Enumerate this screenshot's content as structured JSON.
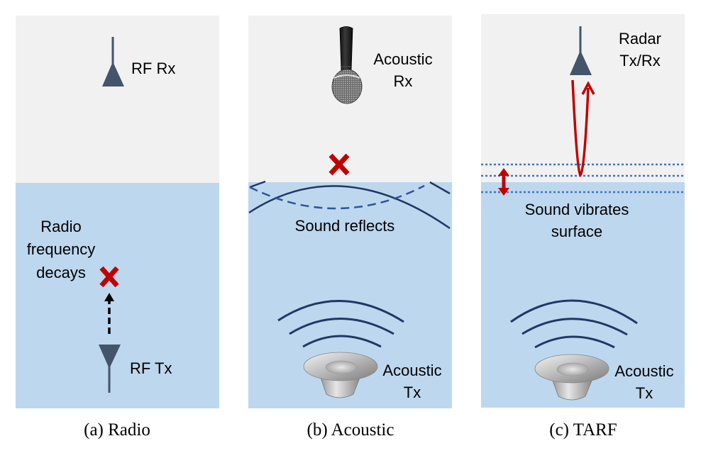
{
  "colors": {
    "air": "#f1f1f1",
    "water": "#bdd7ee",
    "antenna": "#44546a",
    "wave": "#1f3864",
    "dashed_wave": "#2f5597",
    "red": "#c00000",
    "dotted": "#4472c4"
  },
  "panels": [
    {
      "id": "radio",
      "caption": "(a) Radio",
      "receiver_label": "RF Rx",
      "transmitter_label": "RF Tx",
      "annotation_lines": [
        "Radio",
        "frequency",
        "decays"
      ]
    },
    {
      "id": "acoustic",
      "caption": "(b) Acoustic",
      "receiver_label_lines": [
        "Acoustic",
        "Rx"
      ],
      "transmitter_label_lines": [
        "Acoustic",
        "Tx"
      ],
      "annotation": "Sound reflects"
    },
    {
      "id": "tarf",
      "caption": "(c) TARF",
      "receiver_label_lines": [
        "Radar",
        "Tx/Rx"
      ],
      "transmitter_label_lines": [
        "Acoustic",
        "Tx"
      ],
      "annotation_lines": [
        "Sound vibrates",
        "surface"
      ]
    }
  ]
}
